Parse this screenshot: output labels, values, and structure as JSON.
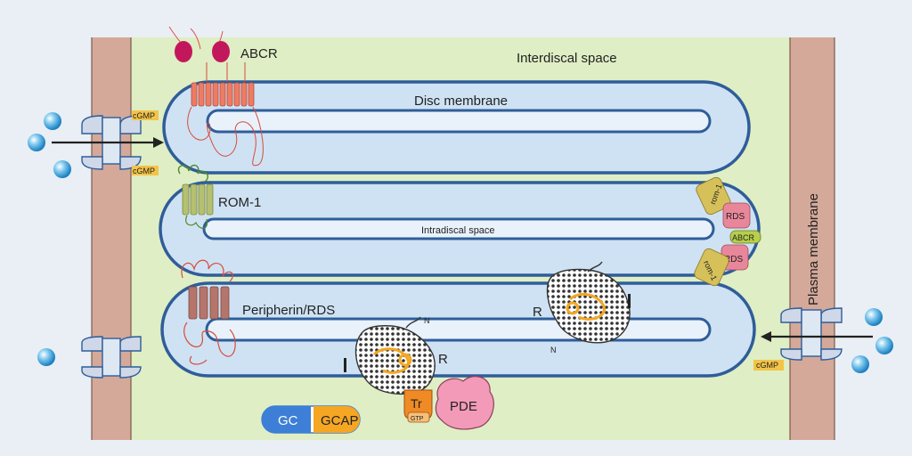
{
  "labels": {
    "interdiscal_space": "Interdiscal space",
    "disc_membrane": "Disc membrane",
    "intradiscal_space": "Intradiscal space",
    "plasma_membrane": "Plasma membrane",
    "abcr": "ABCR",
    "rom1": "ROM-1",
    "peripherin_rds": "Peripherin/RDS",
    "rhodopsin": "R",
    "n_terminus": "N",
    "cgmp": "cGMP",
    "gc": "GC",
    "gcap": "GCAP",
    "transducin": "Tr",
    "gtp": "GTP",
    "pde": "PDE",
    "rim_rom1": "rom-1",
    "rim_rds": "RDS",
    "rim_abcr": "ABCR"
  },
  "colors": {
    "background": "#e9eff5",
    "cytoplasm": "#dfeec4",
    "plasma_membrane": "#d4a99a",
    "disc_fill": "#cfe2f3",
    "disc_outline": "#2f5d9a",
    "abcr_head": "#c2185b",
    "abcr_body": "#e56a5a",
    "rom1": "#a8b870",
    "rds": "#b5756b",
    "cgmp_tag": "#f3c447",
    "ion": "#2f9fd8",
    "gc": "#3d7fd6",
    "gcap": "#f5a623",
    "transducin": "#f08a24",
    "pde": "#f29ab8",
    "rim_rom1": "#d6c05a",
    "rim_rds": "#e9879a",
    "rim_abcr": "#b7cf4a"
  }
}
